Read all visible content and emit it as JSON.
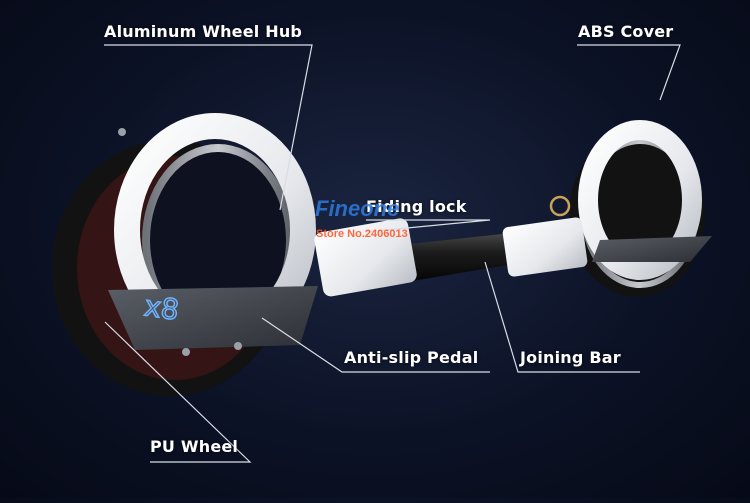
{
  "labels": {
    "aluminum_wheel_hub": "Aluminum Wheel Hub",
    "abs_cover": "ABS Cover",
    "folding_lock": "Fiding lock",
    "anti_slip_pedal": "Anti-slip Pedal",
    "joining_bar": "Joining Bar",
    "pu_wheel": "PU Wheel"
  },
  "watermark": {
    "brand": "Fineone",
    "store": "Store No.2406013"
  },
  "decal": {
    "text": "x8"
  },
  "colors": {
    "background": "#0c1226",
    "shell": "#f2f3f5",
    "tire": "#141414",
    "pedal": "#3c3f45",
    "bar": "#1a1a1a",
    "accent_blue": "#2d7be0"
  }
}
